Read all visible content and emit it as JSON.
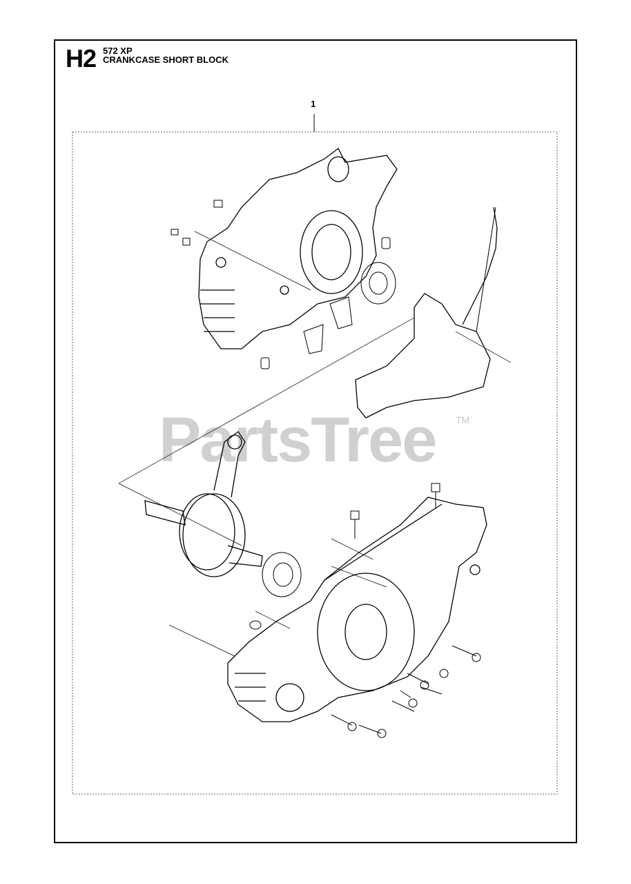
{
  "header": {
    "section_code": "H2",
    "model": "572 XP",
    "title": "CRANKCASE SHORT BLOCK"
  },
  "diagram": {
    "callouts": [
      {
        "label": "1"
      }
    ],
    "parts_shown": [
      "crankcase-half-upper",
      "gasket",
      "crankshaft",
      "bearing",
      "crankcase-half-lower",
      "screws",
      "guide-pins"
    ]
  },
  "watermark": {
    "text": "PartsTree",
    "trademark": "TM"
  }
}
